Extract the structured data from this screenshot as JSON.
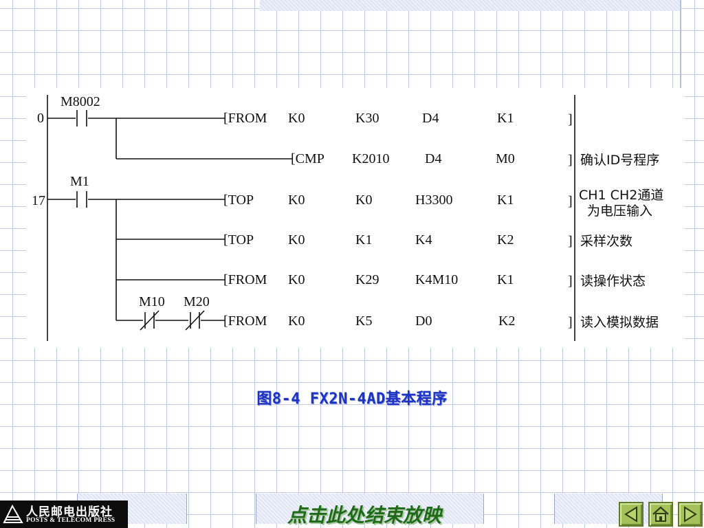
{
  "ladder": {
    "step_numbers": [
      "0",
      "17"
    ],
    "contacts": {
      "m8002": "M8002",
      "m1": "M1",
      "m10": "M10",
      "m20": "M20"
    },
    "rungs": [
      {
        "instr": "[FROM",
        "ops": [
          "K0",
          "K30",
          "D4",
          "K1"
        ],
        "comment_lines": []
      },
      {
        "instr": "[CMP",
        "ops": [
          "K2010",
          "D4",
          "M0"
        ],
        "comment_lines": [
          "确认ID号程序"
        ]
      },
      {
        "instr": "[TOP",
        "ops": [
          "K0",
          "K0",
          "H3300",
          "K1"
        ],
        "comment_lines": [
          "CH1 CH2通道",
          "为电压输入"
        ]
      },
      {
        "instr": "[TOP",
        "ops": [
          "K0",
          "K1",
          "K4",
          "K2"
        ],
        "comment_lines": [
          "采样次数"
        ]
      },
      {
        "instr": "[FROM",
        "ops": [
          "K0",
          "K29",
          "K4M10",
          "K1"
        ],
        "comment_lines": [
          "读操作状态"
        ]
      },
      {
        "instr": "[FROM",
        "ops": [
          "K0",
          "K5",
          "D0",
          "K2"
        ],
        "comment_lines": [
          "读入模拟数据"
        ]
      }
    ],
    "bracket_close": "]"
  },
  "caption": "图8-4   FX2N-4AD基本程序",
  "footer": {
    "publisher_cn": "人民邮电出版社",
    "publisher_en": "POSTS & TELECOM PRESS",
    "end_show_label": "点击此处结束放映",
    "nav_icons": [
      "prev-arrow-icon",
      "home-icon",
      "next-arrow-icon"
    ]
  }
}
